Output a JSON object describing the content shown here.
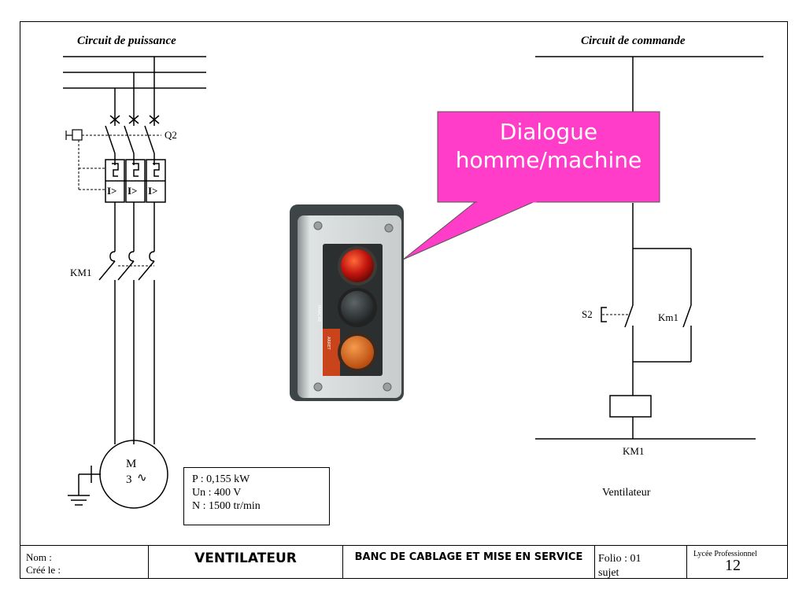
{
  "titles": {
    "power_circuit": "Circuit de puissance",
    "control_circuit": "Circuit de commande"
  },
  "labels": {
    "q2": "Q2",
    "km1_power": "KM1",
    "s2": "S2",
    "km1_aux": "Km1",
    "km1_coil": "KM1",
    "ventilateur": "Ventilateur",
    "trip_symbol": "I>",
    "motor_m": "M",
    "motor_3": "3",
    "motor_ac": "∿"
  },
  "motor_specs": {
    "power": "P : 0,155 kW",
    "voltage": "Un : 400 V",
    "speed": "N : 1500 tr/min"
  },
  "callout": {
    "line1": "Dialogue",
    "line2": "homme/machine"
  },
  "device": {
    "marche_label": "MARCHE",
    "arret_label": "ARRET"
  },
  "colors": {
    "callout_fill": "#ff3dc8",
    "indicator_red": "#c4160f",
    "button_black": "#33393a",
    "button_orange": "#e0651a"
  },
  "cartouche": {
    "nom": "Nom :",
    "cree_le": "Créé le :",
    "title": "VENTILATEUR",
    "subject": "BANC DE CABLAGE ET MISE EN SERVICE",
    "folio": "Folio : 01",
    "sujet": "sujet",
    "lycee": "Lycée Professionnel",
    "page": "12"
  }
}
